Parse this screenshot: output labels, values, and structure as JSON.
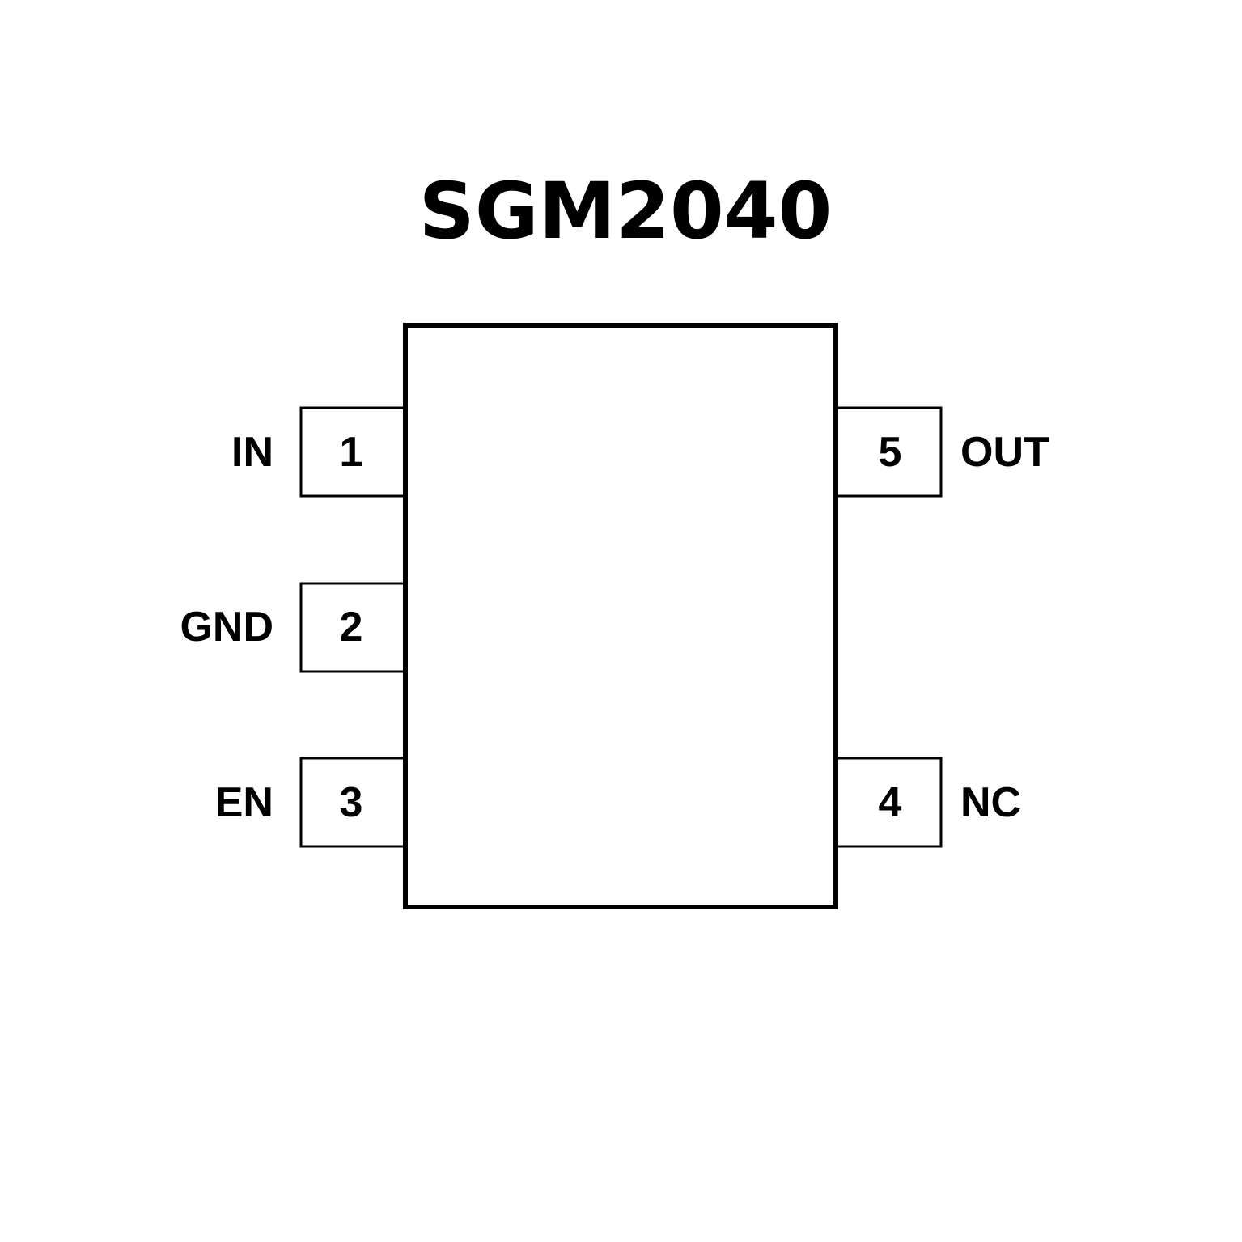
{
  "title": "SGM2040",
  "pins": {
    "left": [
      {
        "number": "1",
        "name": "IN"
      },
      {
        "number": "2",
        "name": "GND"
      },
      {
        "number": "3",
        "name": "EN"
      }
    ],
    "right": [
      {
        "number": "5",
        "name": "OUT"
      },
      {
        "number": "4",
        "name": "NC"
      }
    ]
  },
  "colors": {
    "stroke": "#000000",
    "background": "#ffffff"
  }
}
